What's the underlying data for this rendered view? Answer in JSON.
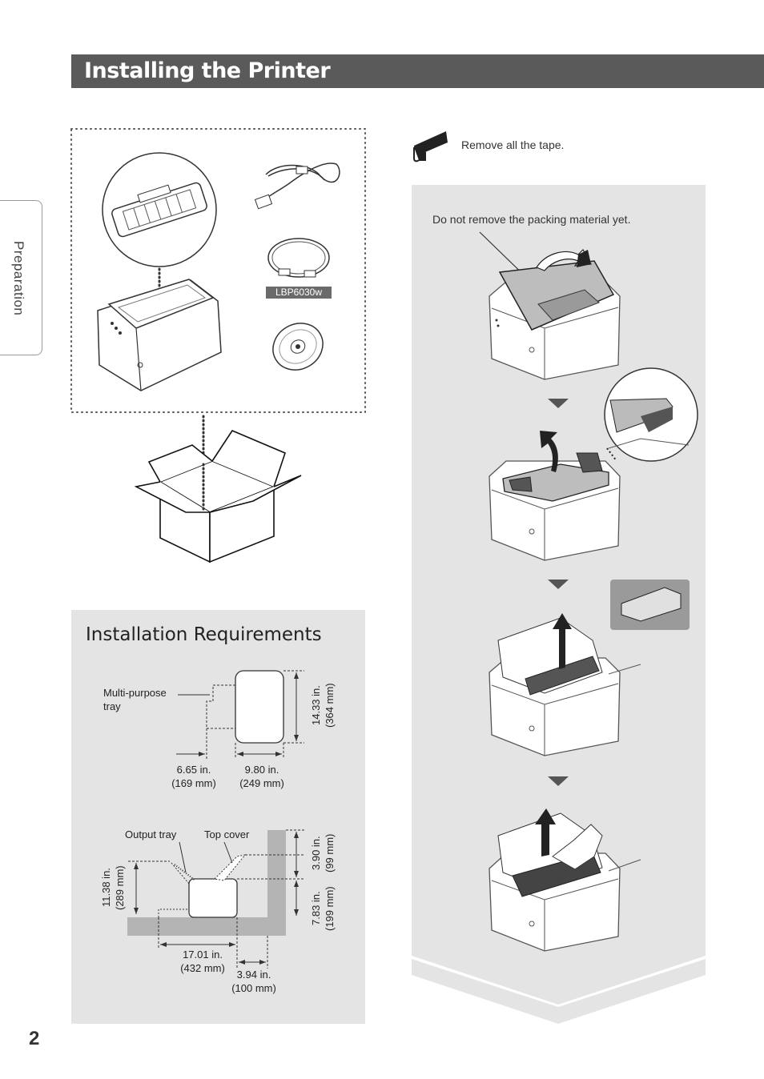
{
  "header": {
    "title": "Installing the Printer"
  },
  "side_tab": {
    "label": "Preparation"
  },
  "page_number": "2",
  "contents": {
    "model_label": "LBP6030w"
  },
  "tape_note": {
    "text": "Remove all the tape."
  },
  "steps": {
    "packing_note": "Do not remove the packing material yet."
  },
  "requirements": {
    "title": "Installation Requirements",
    "top_view": {
      "tray_label": "Multi-purpose tray",
      "height": "14.33 in.",
      "height_mm": "(364 mm)",
      "left_width": "6.65 in.",
      "left_width_mm": "(169 mm)",
      "width": "9.80 in.",
      "width_mm": "(249 mm)"
    },
    "side_view": {
      "output_tray": "Output tray",
      "top_cover": "Top cover",
      "left_height": "11.38 in.",
      "left_height_mm": "(289 mm)",
      "top_clear": "3.90 in.",
      "top_clear_mm": "(99 mm)",
      "right_height": "7.83 in.",
      "right_height_mm": "(199 mm)",
      "depth": "17.01 in.",
      "depth_mm": "(432 mm)",
      "back_clear": "3.94 in.",
      "back_clear_mm": "(100 mm)"
    }
  },
  "colors": {
    "header_bg": "#5a5a5a",
    "panel_bg": "#e4e4e4"
  }
}
